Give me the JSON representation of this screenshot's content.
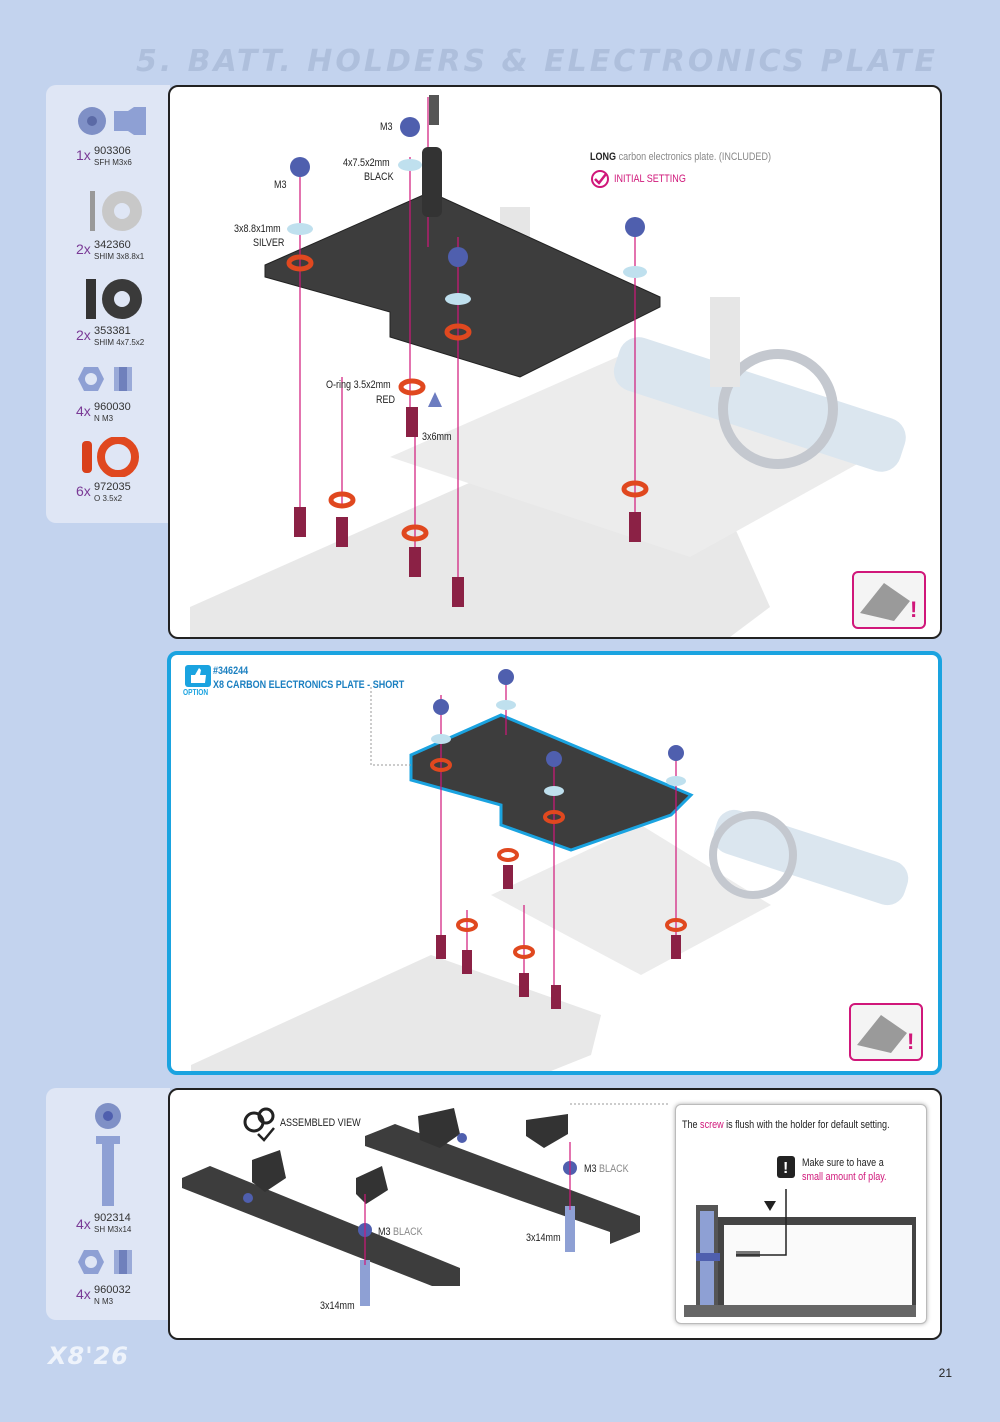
{
  "header": {
    "title": "5. BATT. HOLDERS & ELECTRONICS PLATE"
  },
  "parts_top": [
    {
      "qty": "1x",
      "code": "903306",
      "desc": "SFH M3x6",
      "icon": "countersunk-screw-icon"
    },
    {
      "qty": "2x",
      "code": "342360",
      "desc": "SHIM 3x8.8x1",
      "icon": "shim-silver-icon"
    },
    {
      "qty": "2x",
      "code": "353381",
      "desc": "SHIM 4x7.5x2",
      "icon": "shim-black-icon"
    },
    {
      "qty": "4x",
      "code": "960030",
      "desc": "N M3",
      "icon": "nut-icon"
    },
    {
      "qty": "6x",
      "code": "972035",
      "desc": "O 3.5x2",
      "icon": "o-ring-icon"
    }
  ],
  "parts_bottom": [
    {
      "qty": "4x",
      "code": "902314",
      "desc": "SH M3x14",
      "icon": "socket-head-screw-icon"
    },
    {
      "qty": "4x",
      "code": "960032",
      "desc": "N M3",
      "icon": "nut-icon"
    }
  ],
  "step1": {
    "m3_top": "M3",
    "spacer": "4x7.5x2mm",
    "spacer_color": "BLACK",
    "m3_left": "M3",
    "shim": "3x8.8x1mm",
    "shim_color": "SILVER",
    "plate_bold": "LONG",
    "plate_rest": " carbon electronics plate. (INCLUDED)",
    "initial_setting": "INITIAL SETTING",
    "oring": "O-ring 3.5x2mm",
    "oring_color": "RED",
    "screw": "3x6mm"
  },
  "option": {
    "badge": "OPTION",
    "code": "#346244",
    "name": "X8 CARBON ELECTRONICS PLATE - SHORT"
  },
  "assembly": {
    "assembled_view": "ASSEMBLED VIEW",
    "m3_a": "M3",
    "m3_a_color": "BLACK",
    "screw_a": "3x14mm",
    "m3_b": "M3",
    "m3_b_color": "BLACK",
    "screw_b": "3x14mm",
    "note_pre": "The ",
    "note_mag": "screw",
    "note_post": " is flush with the holder for default setting.",
    "play_1": "Make sure to have a",
    "play_2": "small amount of play."
  },
  "footer": {
    "brand": "X8'26",
    "page": "21"
  },
  "colors": {
    "accent": "#d0177a",
    "option_border": "#1aa3e0",
    "purple": "#7a3a96",
    "background": "#c3d3ee"
  }
}
